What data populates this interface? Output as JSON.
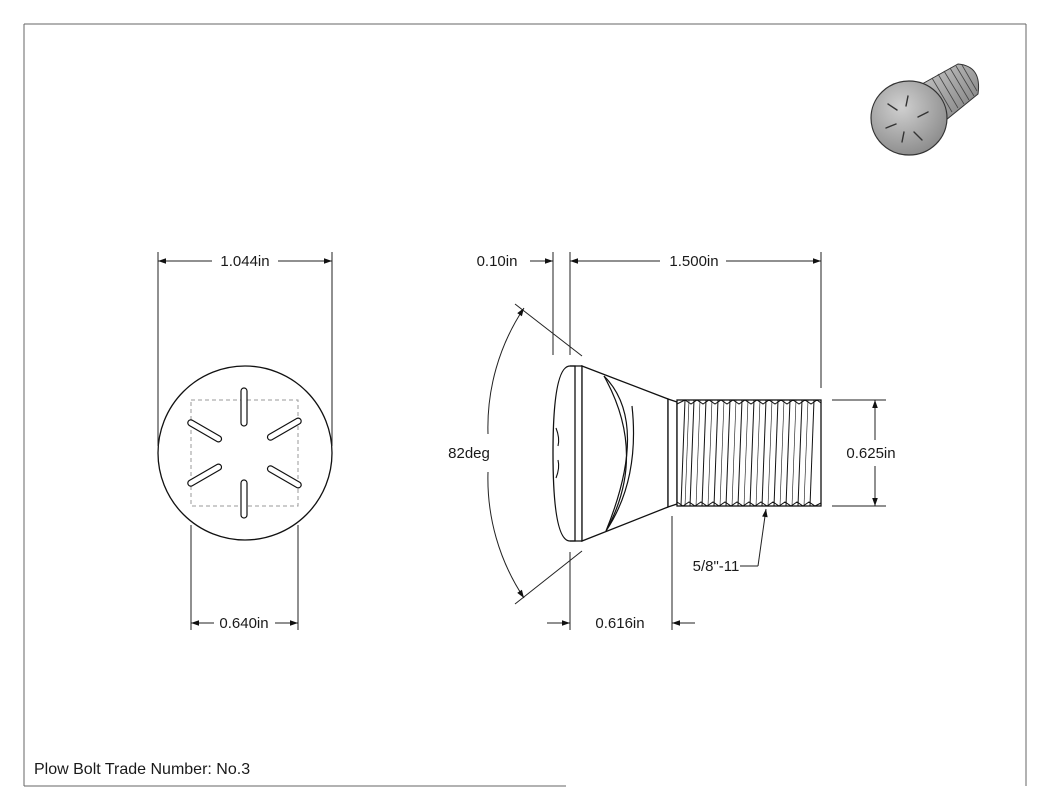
{
  "drawing": {
    "title_block": "Plow Bolt Trade Number: No.3",
    "front_view": {
      "head_diameter": "1.044in",
      "square_neck_width": "0.640in"
    },
    "side_view": {
      "head_thickness": "0.10in",
      "body_length": "1.500in",
      "head_angle": "82deg",
      "thread_diameter": "0.625in",
      "thread_spec": "5/8\"-11",
      "neck_length": "0.616in"
    },
    "iso_view": {
      "icon": "plow-bolt-3d-icon"
    }
  },
  "colors": {
    "line": "#111111",
    "iso_fill": "#a8a8a8",
    "frame": "#555555"
  }
}
